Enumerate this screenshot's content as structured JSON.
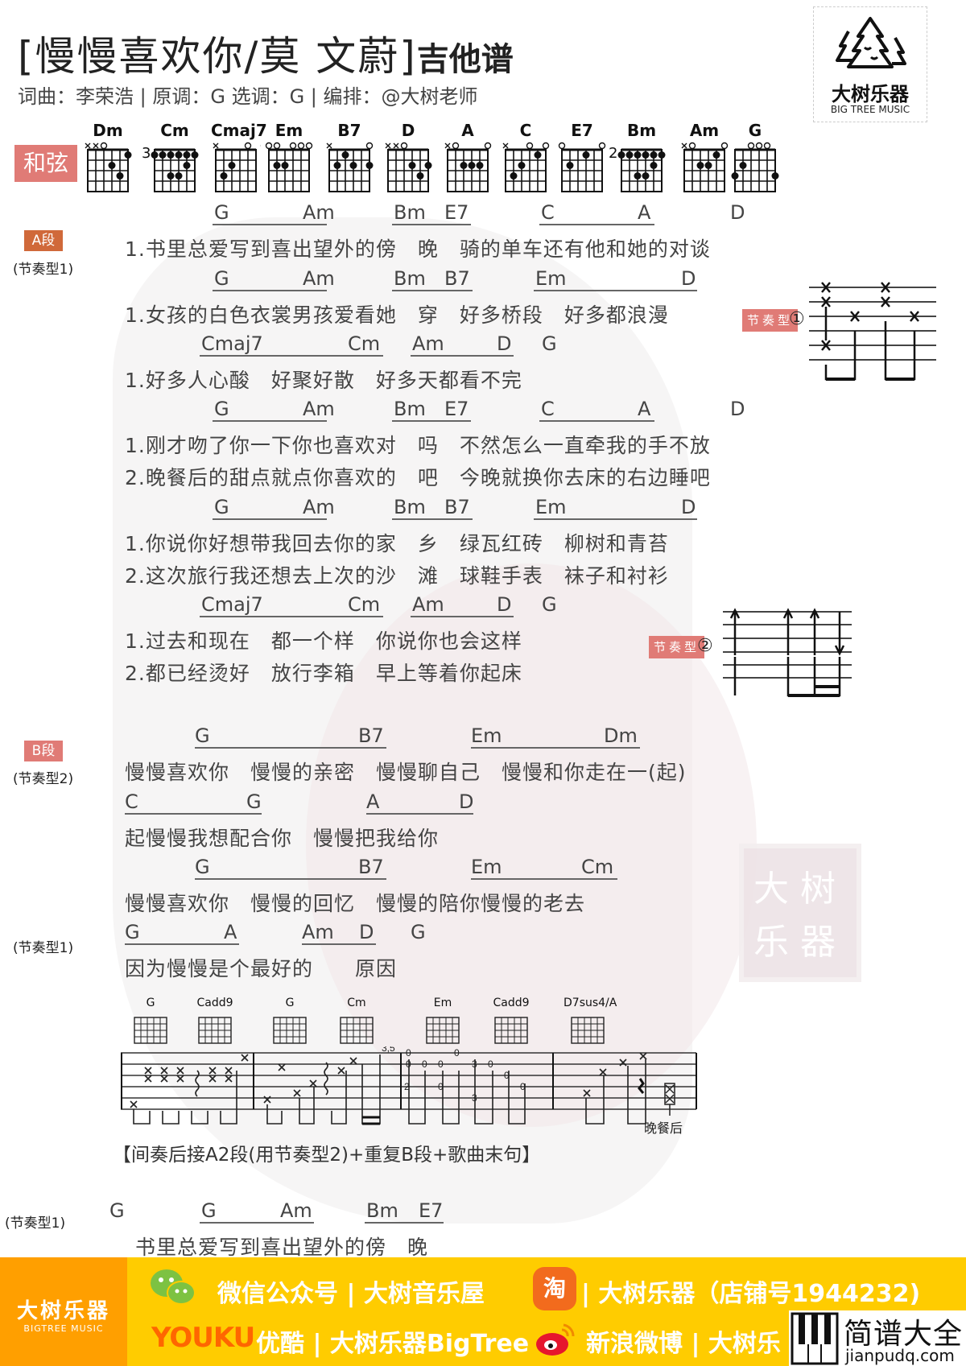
{
  "header": {
    "title": "[慢慢喜欢你/莫 文蔚]",
    "title_suffix": "吉他谱",
    "meta": "词曲：李荣浩 | 原调：G 选调：G | 编排：@大树老师"
  },
  "logo": {
    "icon": "pine-trees-icon",
    "name_cn": "大树乐器",
    "name_en": "BIG TREE MUSIC"
  },
  "chords_section": {
    "label": "和弦",
    "chords": [
      {
        "name": "Dm",
        "fret_marker": "",
        "top": "xxo"
      },
      {
        "name": "Cm",
        "fret_marker": "3",
        "top": ""
      },
      {
        "name": "Cmaj7",
        "fret_marker": "",
        "top": "x   o o"
      },
      {
        "name": "Em",
        "fret_marker": "",
        "top": "oo ooo"
      },
      {
        "name": "B7",
        "fret_marker": "",
        "top": "x    o"
      },
      {
        "name": "D",
        "fret_marker": "",
        "top": "xxo"
      },
      {
        "name": "A",
        "fret_marker": "",
        "top": "xo   o"
      },
      {
        "name": "C",
        "fret_marker": "",
        "top": "x  o o"
      },
      {
        "name": "E7",
        "fret_marker": "",
        "top": "o    o"
      },
      {
        "name": "Bm",
        "fret_marker": "2",
        "top": ""
      },
      {
        "name": "Am",
        "fret_marker": "",
        "top": "xo   o"
      },
      {
        "name": "G",
        "fret_marker": "",
        "top": "  ooo"
      }
    ]
  },
  "section_a": {
    "badge": "A段",
    "rhythm": "(节奏型1)",
    "lines": [
      {
        "chords": [
          "G",
          "Am",
          "Bm",
          "E7",
          "C",
          "A",
          "D"
        ],
        "lyrics": [
          "1.书里总爱写到喜出望外的傍　晚　骑的单车还有他和她的对谈"
        ]
      },
      {
        "chords": [
          "G",
          "Am",
          "Bm",
          "B7",
          "Em",
          "D"
        ],
        "lyrics": [
          "1.女孩的白色衣裳男孩爱看她　穿　好多桥段　好多都浪漫"
        ]
      },
      {
        "chords": [
          "Cmaj7",
          "Cm",
          "Am",
          "D",
          "G"
        ],
        "lyrics": [
          "1.好多人心酸　好聚好散　好多天都看不完"
        ]
      },
      {
        "chords": [
          "G",
          "Am",
          "Bm",
          "E7",
          "C",
          "A",
          "D"
        ],
        "lyrics": [
          "1.刚才吻了你一下你也喜欢对　吗　不然怎么一直牵我的手不放",
          "2.晚餐后的甜点就点你喜欢的　吧　今晚就换你去床的右边睡吧"
        ]
      },
      {
        "chords": [
          "G",
          "Am",
          "Bm",
          "B7",
          "Em",
          "D"
        ],
        "lyrics": [
          "1.你说你好想带我回去你的家　乡　绿瓦红砖　柳树和青苔",
          "2.这次旅行我还想去上次的沙　滩　球鞋手表　袜子和衬衫"
        ]
      },
      {
        "chords": [
          "Cmaj7",
          "Cm",
          "Am",
          "D",
          "G"
        ],
        "lyrics": [
          "1.过去和现在　都一个样　你说你也会这样",
          "2.都已经烫好　放行李箱　早上等着你起床"
        ]
      }
    ]
  },
  "rhythm_patterns": [
    {
      "label": "节奏型",
      "number": "①"
    },
    {
      "label": "节奏型",
      "number": "②"
    }
  ],
  "section_b": {
    "badge": "B段",
    "rhythm": "(节奏型2)",
    "rhythm_last": "(节奏型1)",
    "lines": [
      {
        "chords": [
          "G",
          "B7",
          "Em",
          "Dm"
        ],
        "lyrics": "慢慢喜欢你　慢慢的亲密　慢慢聊自己　慢慢和你走在一(起)"
      },
      {
        "chords": [
          "C",
          "G",
          "A",
          "D"
        ],
        "lyrics": "起慢慢我想配合你　慢慢把我给你"
      },
      {
        "chords": [
          "G",
          "B7",
          "Em",
          "Cm"
        ],
        "lyrics": "慢慢喜欢你　慢慢的回忆　慢慢的陪你慢慢的老去"
      },
      {
        "chords": [
          "G",
          "A",
          "Am",
          "D",
          "G"
        ],
        "lyrics": "因为慢慢是个最好的　　原因"
      }
    ]
  },
  "interlude": {
    "chords": [
      "G",
      "Cadd9",
      "G",
      "Cm",
      "Em",
      "Cadd9",
      "D7sus4/A"
    ],
    "tab_numbers": [
      "3,5",
      "0",
      "0",
      "0",
      "0",
      "0",
      "3",
      "0",
      "0",
      "0",
      "2",
      "0",
      "3"
    ],
    "end_label": "晚餐后",
    "instruction": "【间奏后接A2段(用节奏型2)+重复B段+歌曲末句】"
  },
  "ending": {
    "rhythm": "(节奏型1)",
    "chords": [
      "G",
      "G",
      "Am",
      "Bm",
      "E7"
    ],
    "lyrics": "书里总爱写到喜出望外的傍　晚"
  },
  "watermark": {
    "stamp": [
      "大",
      "树",
      "乐",
      "器"
    ]
  },
  "footer": {
    "brand_cn": "大树乐器",
    "brand_en": "BIGTREE MUSIC",
    "wechat": "微信公众号 | 大树音乐屋",
    "taobao_icon_text": "淘",
    "taobao": "| 大树乐器（店铺号1944232)",
    "youku_logo": "YOUKU",
    "youku": "优酷 | 大树乐器BigTree",
    "weibo": "新浪微博 | 大树乐",
    "site_cn": "简谱大全",
    "site_url": "jianpudq.com"
  }
}
